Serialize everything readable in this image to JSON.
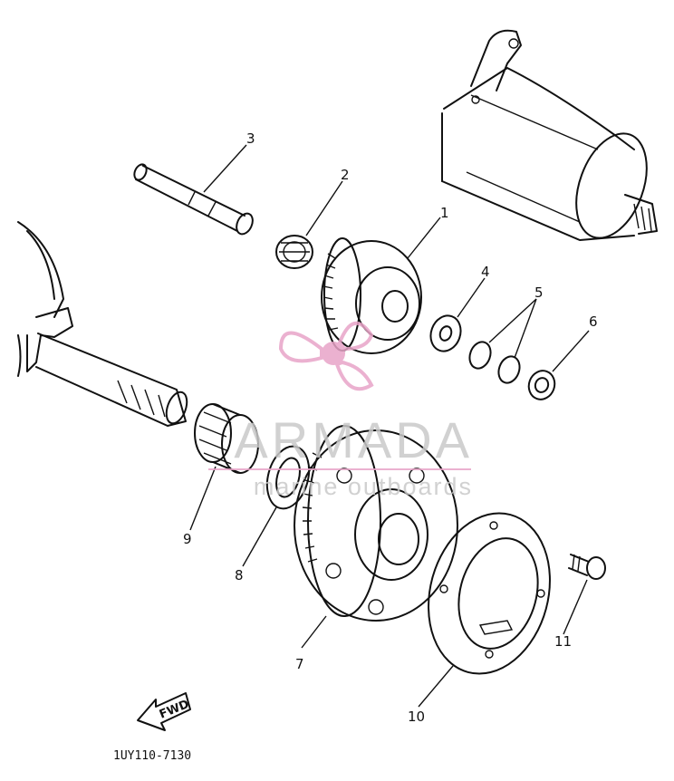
{
  "diagram": {
    "part_labels": [
      "1",
      "2",
      "3",
      "4",
      "5",
      "6",
      "7",
      "8",
      "9",
      "10",
      "11"
    ],
    "diagram_code": "1UY110-7130",
    "direction_marker": "FWD",
    "watermark": {
      "brand": "ARMADA",
      "tagline": "marine outboards",
      "color": "#e8a4c8"
    }
  }
}
